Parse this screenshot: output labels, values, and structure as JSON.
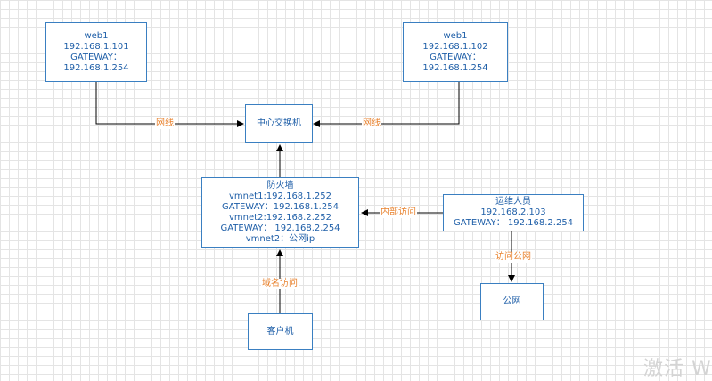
{
  "nodes": {
    "web1_left": {
      "lines": [
        "web1",
        "192.168.1.101",
        "GATEWAY：",
        "192.168.1.254"
      ]
    },
    "web1_right": {
      "lines": [
        "web1",
        "192.168.1.102",
        "GATEWAY：",
        "192.168.1.254"
      ]
    },
    "switch": {
      "lines": [
        "中心交换机"
      ]
    },
    "firewall": {
      "lines": [
        "防火墙",
        "vmnet1:192.168.1.252",
        "GATEWAY：192.168.1.254",
        "vmnet2:192.168.2.252",
        "GATEWAY：  192.168.2.254",
        "vmnet2：公网ip"
      ]
    },
    "ops": {
      "lines": [
        "运维人员",
        "192.168.2.103",
        "GATEWAY：  192.168.2.254"
      ]
    },
    "public": {
      "lines": [
        "公网"
      ]
    },
    "client": {
      "lines": [
        "客户机"
      ]
    }
  },
  "edge_labels": {
    "left_cable": "网线",
    "right_cable": "网线",
    "internal_access": "内部访问",
    "public_access": "访问公网",
    "domain_access": "域名访问"
  },
  "watermark": "激活 W",
  "colors": {
    "box_border": "#3a7fc1",
    "box_text": "#1f5fa8",
    "edge_label": "#e8822e",
    "edge": "#000000"
  }
}
